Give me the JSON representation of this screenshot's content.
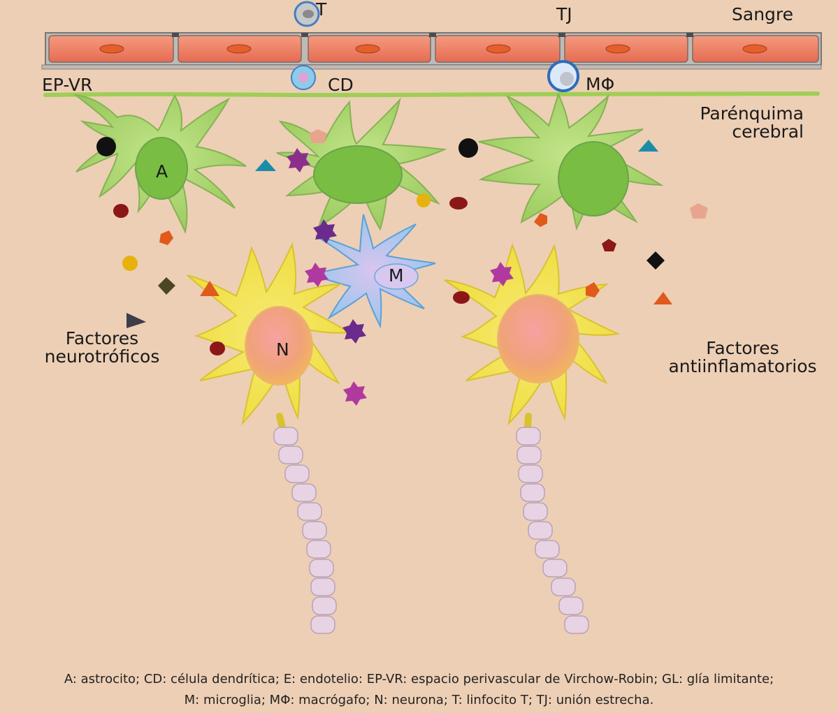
{
  "labels": {
    "t": "T",
    "tj": "TJ",
    "sangre": "Sangre",
    "ep_vr": "EP-VR",
    "cd": "CD",
    "macrofago": "MΦ",
    "parenquima_line1": "Parénquima",
    "parenquima_line2": "cerebral",
    "astrocito": "A",
    "microglia": "M",
    "neurona": "N",
    "neurotroficos_line1": "Factores",
    "neurotroficos_line2": "neurotróficos",
    "antiinflamatorios_line1": "Factores",
    "antiinflamatorios_line2": "antiinflamatorios"
  },
  "caption": {
    "line1": "A: astrocito; CD: célula dendrítica; E: endotelio: EP-VR: espacio perivascular de Virchow-Robin; GL: glía limitante;",
    "line2": "M: microglia; MΦ: macrógafo; N: neurona; T: linfocito T; TJ: unión estrecha."
  },
  "colors": {
    "background": "#edcfb5",
    "endothelium": "#ee7a5d",
    "nucleus_endothelium": "#e85d2b",
    "membrane": "#b9b7b3",
    "glia_limitans": "#9fce56",
    "astrocyte": "#a8d46b",
    "astrocyte_nucleus": "#79bd43",
    "neuron": "#f2e24b",
    "neuron_nucleus": "#f3a05c",
    "microglia": "#8ec6ec",
    "myelin": "#e5cfe1",
    "purple_star": "#8c2f8c",
    "dark_red": "#8c1717",
    "orange": "#e05a1c",
    "yellow": "#e7b20e",
    "teal": "#1a8ca8",
    "black": "#111111",
    "pink": "#e8a58d"
  }
}
